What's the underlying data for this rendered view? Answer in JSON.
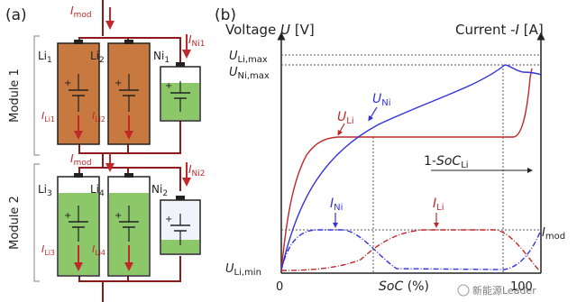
{
  "panel_a": {
    "label": "(a)",
    "module1_label": "Module 1",
    "module2_label": "Module 2",
    "module1": {
      "i_mod": "I",
      "i_mod_sub": "mod",
      "i_ni": "I",
      "i_ni_sub": "Ni1",
      "cells": [
        {
          "name": "Li",
          "sub": "1",
          "current": "I",
          "current_sub": "Li1",
          "type": "li",
          "fill": 1.0
        },
        {
          "name": "Li",
          "sub": "2",
          "current": "I",
          "current_sub": "Li2",
          "type": "li",
          "fill": 1.0
        },
        {
          "name": "Ni",
          "sub": "1",
          "type": "ni",
          "fill": 0.7
        }
      ]
    },
    "module2": {
      "i_mod": "I",
      "i_mod_sub": "mod",
      "i_ni": "I",
      "i_ni_sub": "Ni2",
      "cells": [
        {
          "name": "Li",
          "sub": "3",
          "current": "I",
          "current_sub": "Li3",
          "type": "li-green",
          "fill": 0.85
        },
        {
          "name": "Li",
          "sub": "4",
          "current": "I",
          "current_sub": "Li4",
          "type": "li-green",
          "fill": 0.85
        },
        {
          "name": "Ni",
          "sub": "2",
          "type": "ni",
          "fill": 0.25
        }
      ]
    },
    "colors": {
      "li_orange": "#c7793f",
      "ni_green": "#8cc76a",
      "wire_red": "#8b1a1a",
      "arrow_red": "#c0282a"
    }
  },
  "panel_b": {
    "label": "(b)",
    "y_left_label": "Voltage",
    "y_left_var": "U",
    "y_left_unit": "[V]",
    "y_right_label": "Current -",
    "y_right_var": "I",
    "y_right_unit": "[A]",
    "x_label_var": "SoC",
    "x_label_unit": "(%)",
    "x_tick_0": "0",
    "x_tick_100": "100",
    "u_li_max": "U",
    "u_li_max_sub": "Li,max",
    "u_ni_max": "U",
    "u_ni_max_sub": "Ni,max",
    "u_li_min": "U",
    "u_li_min_sub": "Li,min",
    "curve_u_li": "U",
    "curve_u_li_sub": "Li",
    "curve_u_ni": "U",
    "curve_u_ni_sub": "Ni",
    "curve_i_ni": "I",
    "curve_i_ni_sub": "Ni",
    "curve_i_li": "I",
    "curve_i_li_sub": "Li",
    "i_mod": "I",
    "i_mod_sub": "mod",
    "soc_li_label_prefix": "1-",
    "soc_li_label_var": "SoC",
    "soc_li_label_sub": "Li",
    "colors": {
      "li": "#c0282a",
      "ni": "#3333dd",
      "axis": "#222222",
      "dotted": "#555555"
    }
  },
  "watermark": "新能源Leader"
}
